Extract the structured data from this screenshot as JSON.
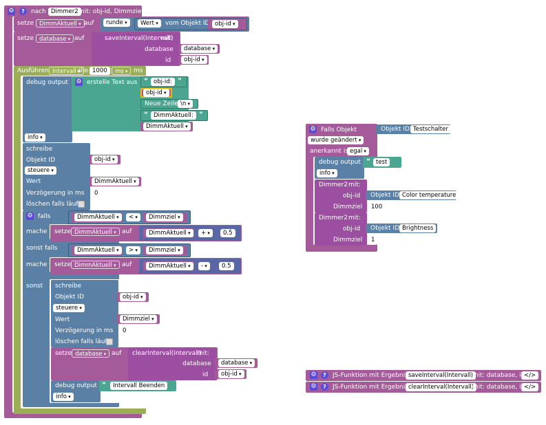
{
  "func_header": {
    "prefix": "nach",
    "name": "Dimmer2",
    "params": "mit: obj-id, Dimmziel"
  },
  "set1": {
    "label": "setze",
    "var": "DimmAktuell",
    "auf": "auf",
    "round": "runde",
    "value": "Wert",
    "from": "vom Objekt ID",
    "objid": "obj-id"
  },
  "set2": {
    "label": "setze",
    "var": "database",
    "auf": "auf",
    "fn": "saveInterval(Intervall)",
    "mit": "mit:",
    "p1": "database",
    "p1v": "database",
    "p2": "id",
    "p2v": "obj-id"
  },
  "interval": {
    "label": "Ausführen",
    "var": "Intervall",
    "alle": "alle",
    "value": "1000",
    "unit": "ms",
    "unit2": "ms"
  },
  "debug1": {
    "label": "debug output",
    "text": "erstelle Text aus",
    "s1": "obj-id:",
    "v1": "obj-id",
    "nl": "Neue Zeile",
    "nlv": "\\n",
    "s2": "DimmAktuell:",
    "v2": "DimmAktuell",
    "level": "info"
  },
  "write1": {
    "label": "schreibe",
    "objid": "Objekt ID",
    "objv": "obj-id",
    "mode": "steuere",
    "value": "Wert",
    "valv": "DimmAktuell",
    "delay": "Verzögerung in ms",
    "delayv": "0",
    "clear": "löschen falls läuft"
  },
  "if": {
    "label": "falls",
    "a": "DimmAktuell",
    "op1": "<",
    "b": "Dimmziel",
    "do1": "mache",
    "set": "setze",
    "var": "DimmAktuell",
    "auf": "auf",
    "v": "DimmAktuell",
    "plus": "+",
    "n": "0.5",
    "elseif": "sonst falls",
    "op2": ">",
    "do2": "mache",
    "minus": "-",
    "n2": "0.5",
    "else": "sonst"
  },
  "write2": {
    "label": "schreibe",
    "objid": "Objekt ID",
    "objv": "obj-id",
    "mode": "steuere",
    "value": "Wert",
    "valv": "Dimmziel",
    "delay": "Verzögerung in ms",
    "delayv": "0",
    "clear": "löschen falls läuft"
  },
  "set3": {
    "label": "setze",
    "var": "database",
    "auf": "auf",
    "fn": "clearInterval(Intervall)",
    "mit": "mit:",
    "p1": "database",
    "p1v": "database",
    "p2": "id",
    "p2v": "obj-id"
  },
  "debug2": {
    "label": "debug output",
    "text": "Intervall Beenden",
    "level": "info"
  },
  "trigger": {
    "label": "Falls Objekt",
    "objid": "Objekt ID",
    "objname": "Testschalter",
    "changed": "wurde geändert",
    "ack": "anerkannt ist",
    "ackv": "egal",
    "debug": "debug output",
    "debugv": "test",
    "level": "info",
    "call1": "Dimmer2",
    "mit": "mit:",
    "objid_lbl": "obj-id",
    "obj1": "Color temperature",
    "dz": "Dimmziel",
    "dz1": "100",
    "call2": "Dimmer2",
    "obj2": "Brightness",
    "dz2": "1"
  },
  "js1": {
    "label": "JS-Funktion mit Ergebnis",
    "fn": "saveInterval(Intervall)",
    "params": "mit: database, id",
    "code": "</>"
  },
  "js2": {
    "label": "JS-Funktion mit Ergebnis",
    "fn": "clearInterval(Intervall)",
    "params": "mit: database, id",
    "code": "</>"
  }
}
